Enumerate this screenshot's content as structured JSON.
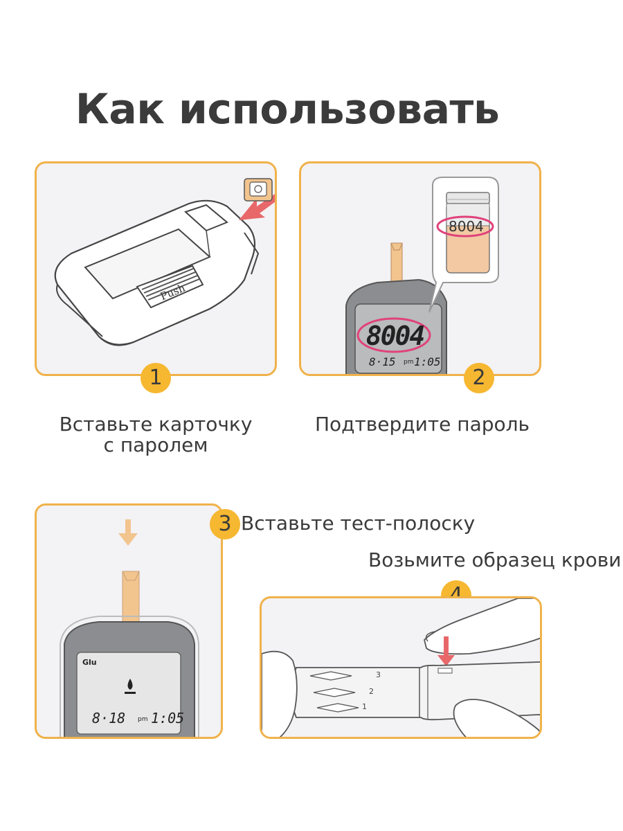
{
  "title": "Как использовать",
  "steps": [
    {
      "number": "1",
      "caption_line1": "Вставьте карточку",
      "caption_line2": "с паролем"
    },
    {
      "number": "2",
      "caption": "Подтвердите пароль",
      "code": "8004",
      "display_value": "8004",
      "display_time": "8·15",
      "display_pm": "pm",
      "display_clock": "1:05"
    },
    {
      "number": "3",
      "caption": "Вставьте тест-полоску",
      "display_label": "Glu",
      "display_time": "8·18",
      "display_pm": "pm",
      "display_clock": "1:05"
    },
    {
      "number": "4",
      "caption": "Возьмите образец крови",
      "lancet_scale": [
        "1",
        "2",
        "3"
      ]
    }
  ],
  "device_label": "Push",
  "colors": {
    "accent": "#f0b24a",
    "badge": "#f6b731",
    "arrow": "#e8686a",
    "strip": "#f2c48e",
    "highlight": "#e0427a"
  }
}
